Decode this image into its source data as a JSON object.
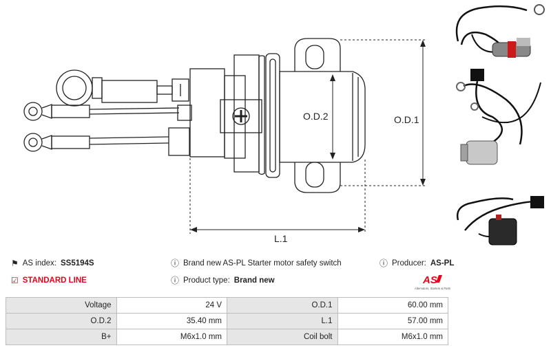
{
  "diagram": {
    "od1_label": "O.D.1",
    "od2_label": "O.D.2",
    "l1_label": "L.1"
  },
  "info": {
    "as_index_label": "AS index:",
    "as_index_value": "SS5194S",
    "standard_line": "STANDARD LINE",
    "description": "Brand new AS-PL Starter motor safety switch",
    "product_type_label": "Product type:",
    "product_type_value": "Brand new",
    "producer_label": "Producer:",
    "producer_value": "AS-PL"
  },
  "logo": {
    "mark": "AS",
    "tagline": "Alternators, Starters & Parts"
  },
  "specs": [
    [
      {
        "k": "Voltage",
        "v": "24 V"
      },
      {
        "k": "O.D.1",
        "v": "60.00 mm"
      }
    ],
    [
      {
        "k": "O.D.2",
        "v": "35.40 mm"
      },
      {
        "k": "L.1",
        "v": "57.00 mm"
      }
    ],
    [
      {
        "k": "B+",
        "v": "M6x1.0 mm"
      },
      {
        "k": "Coil bolt",
        "v": "M6x1.0 mm"
      }
    ]
  ],
  "colors": {
    "accent_red": "#e3051b",
    "line": "#222222",
    "table_key_bg": "#e6e6e6",
    "table_border": "#bdbdbd"
  }
}
